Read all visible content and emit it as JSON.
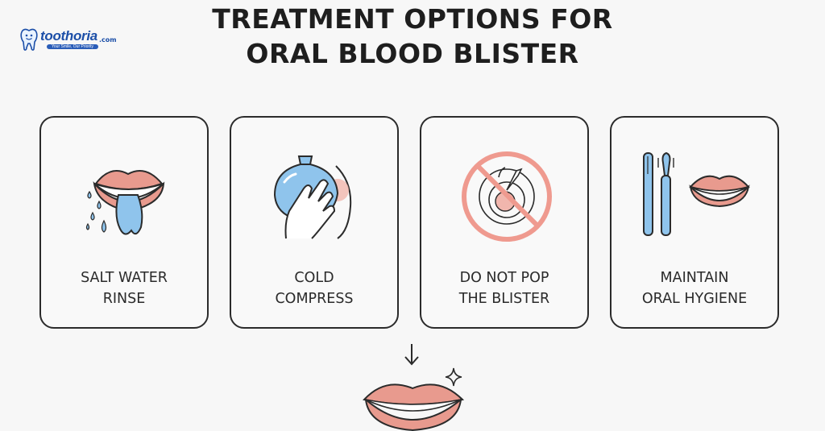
{
  "brand": {
    "name": "toothoria",
    "domain_suffix": ".com",
    "tagline": "Your Smile, Our Priority"
  },
  "title": {
    "line1": "TREATMENT OPTIONS FOR",
    "line2": "ORAL BLOOD BLISTER"
  },
  "cards": [
    {
      "line1": "SALT WATER",
      "line2": "RINSE",
      "icon": "mouth-rinse-icon"
    },
    {
      "line1": "COLD",
      "line2": "COMPRESS",
      "icon": "ice-pack-icon"
    },
    {
      "line1": "DO NOT POP",
      "line2": "THE BLISTER",
      "icon": "no-pop-icon"
    },
    {
      "line1": "MAINTAIN",
      "line2": "ORAL HYGIENE",
      "icon": "toothbrush-icon"
    }
  ],
  "colors": {
    "outline": "#2b2b2b",
    "lip": "#e89a8e",
    "water": "#8fc4ec",
    "prohibit": "#ef9a8f",
    "brand": "#1c4fa8"
  }
}
